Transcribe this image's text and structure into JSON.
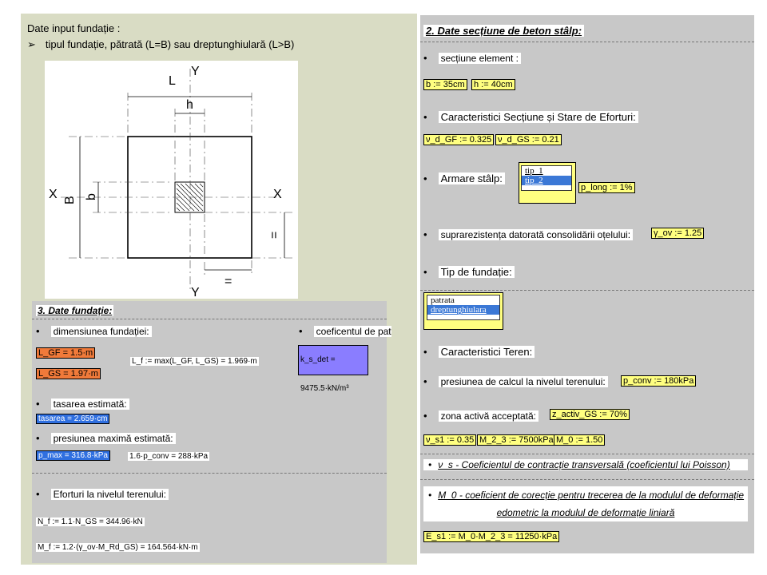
{
  "left": {
    "title": "Date input fundație :",
    "bullet": "tipul fundație, pătrată (L=B) sau dreptunghiulară (L>B)"
  },
  "drawing": {
    "L": "L",
    "Y_top": "Y",
    "h": "h",
    "X_left": "X",
    "X_right": "X",
    "B": "B",
    "b": "b",
    "dim_right": "=",
    "Y_bottom": "Y",
    "dim_bottom": "="
  },
  "sec3": {
    "title": "3. Date fundație:",
    "dim_label": "dimensiunea fundației:",
    "coef_label": "coeficentul de pat",
    "lgf": "L_GF = 1.5·m",
    "lgs": "L_GS = 1.97·m",
    "lf": "L_f := max(L_GF, L_GS) = 1.969·m",
    "ks": "k_s_det = 9475.5·kN/m³",
    "tasare_label": "tasarea estimată:",
    "tasare": "tasarea = 2.659·cm",
    "pmax_label": "presiunea maximă estimată:",
    "pmax": "p_max = 316.8·kPa",
    "pconv16": "1.6·p_conv = 288·kPa",
    "eforturi_label": "Eforturi la nivelul terenului:",
    "nf": "N_f := 1.1·N_GS = 344.96·kN",
    "mf": "M_f := 1.2·(γ_ov·M_Rd_GS) = 164.564·kN·m"
  },
  "sec2": {
    "title": "2. Date secțiune de beton stâlp:",
    "sect_label": "secțiune element :",
    "b": "b := 35cm",
    "h": "h := 40cm",
    "carac_label": "Caracteristici Secțiune și Stare de Eforturi:",
    "ngf": "ν_d_GF := 0.325",
    "ngs": "ν_d_GS := 0.21",
    "arm_label": "Armare stâlp:",
    "arm_options": [
      "tip_1",
      "tip_2"
    ],
    "plong": "p_long := 1%",
    "supra_label": "suprarezistența datorată consolidării oțelului:",
    "gamma": "γ_ov := 1.25",
    "tip_label": "Tip de fundație:",
    "tip_options": [
      "patrata",
      "dreptunghiulara"
    ],
    "teren_label": "Caracteristici Teren:",
    "pres_label": "presiunea de calcul la nivelul terenului:",
    "pconv": "p_conv := 180kPa",
    "zona_label": "zona activă acceptată:",
    "zactiv": "z_activ_GS := 70%",
    "ns1": "ν_s1 := 0.35",
    "m23": "M_2_3 := 7500kPa",
    "m0": "M_0 := 1.50",
    "poisson": "ν_s - Coeficientul de contracție transversală (coeficientul lui Poisson)",
    "m0_desc_1": "M_0 - coeficient de corecție pentru trecerea de la modulul de deformație",
    "m0_desc_2": "edometric la modulul de deformație liniară",
    "es1": "E_s1 := M_0·M_2_3 = 11250·kPa"
  },
  "colors": {
    "slide_green": "#d9dcc4",
    "panel_gray": "#c8c8c8",
    "yellow_field": "#ffff80",
    "orange_field": "#f07a3a",
    "blue_field": "#2f6fe0",
    "violet_field": "#8a7dff"
  }
}
